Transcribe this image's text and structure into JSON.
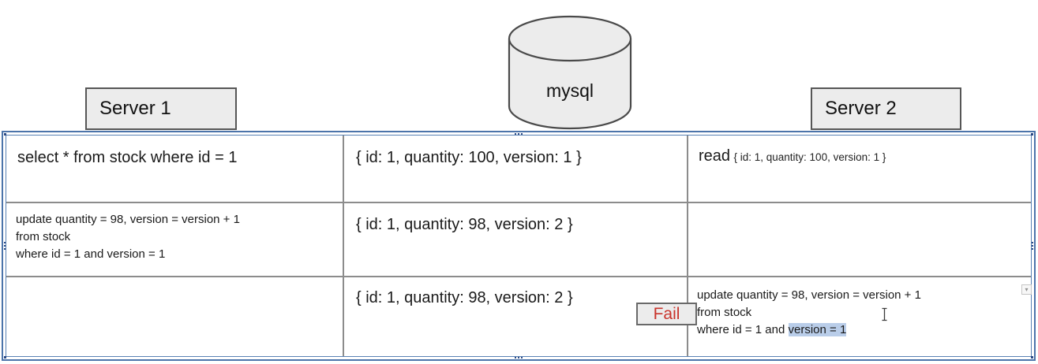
{
  "shapes": {
    "database_label": "mysql",
    "server1_label": "Server 1",
    "server2_label": "Server 2"
  },
  "fail_badge_label": "Fail",
  "expand_button_glyph": "▾",
  "table": {
    "r1c1": "select * from stock where id = 1",
    "r1c2": "{ id: 1, quantity: 100, version: 1 }",
    "r1c3_keyword": "read",
    "r1c3_detail": "{ id: 1, quantity: 100, version: 1 }",
    "r2c1_line1": "update quantity = 98, version = version + 1",
    "r2c1_line2": "from stock",
    "r2c1_line3": "where id = 1 and version = 1",
    "r2c2": "{ id: 1, quantity: 98, version: 2 }",
    "r2c3": "",
    "r3c1": "",
    "r3c2": "{ id: 1, quantity: 98, version: 2 }",
    "r3c3_line1": "update quantity = 98, version = version + 1",
    "r3c3_line2": "from stock",
    "r3c3_line3_prefix": "where id = 1 and ",
    "r3c3_line3_selected": "version = 1"
  },
  "colors": {
    "selection_blue": "#4c74aa",
    "table_outline_blue": "#5a82b4",
    "handle_dot_blue": "#2b4a85",
    "cell_border_gray": "#8c8c8c",
    "shape_fill_gray": "#ececec",
    "shape_border_gray": "#565656",
    "fail_red": "#c9342c",
    "text_highlight_blue": "#b9cde9"
  }
}
